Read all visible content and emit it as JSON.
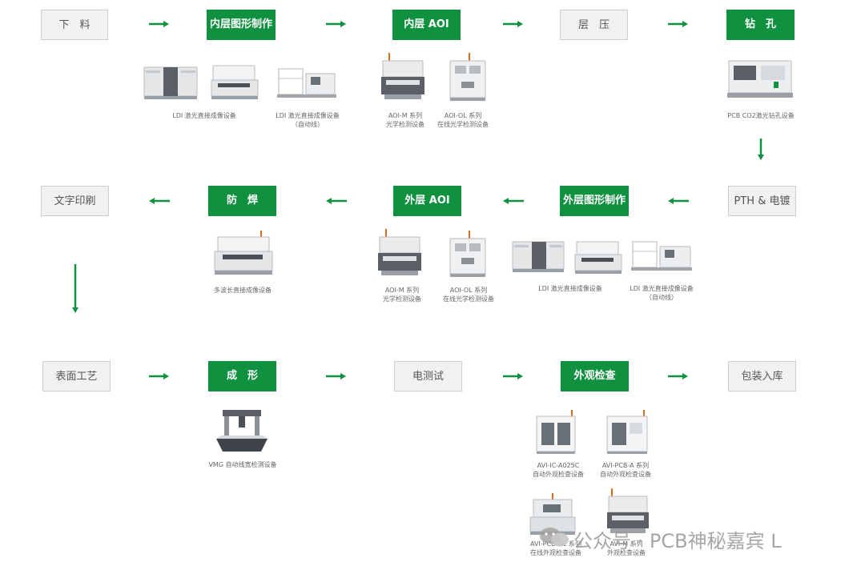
{
  "steps": [
    {
      "label": "下　料",
      "style": "gray"
    },
    {
      "label": "内层图形制作",
      "style": "green"
    },
    {
      "label": "内层 AOI",
      "style": "green"
    },
    {
      "label": "层　压",
      "style": "gray"
    },
    {
      "label": "钻　孔",
      "style": "green"
    },
    {
      "label": "PTH & 电镀",
      "style": "gray"
    },
    {
      "label": "外层图形制作",
      "style": "green"
    },
    {
      "label": "外层 AOI",
      "style": "green"
    },
    {
      "label": "防　焊",
      "style": "green"
    },
    {
      "label": "文字印刷",
      "style": "gray"
    },
    {
      "label": "表面工艺",
      "style": "gray"
    },
    {
      "label": "成　形",
      "style": "green"
    },
    {
      "label": "电测试",
      "style": "gray"
    },
    {
      "label": "外观检查",
      "style": "green"
    },
    {
      "label": "包装入库",
      "style": "gray"
    }
  ],
  "equipment": [
    {
      "line1": "LDI 激光直接成像设备",
      "line2": ""
    },
    {
      "line1": "LDI 激光直接成像设备",
      "line2": "（自动线）"
    },
    {
      "line1": "AOI-M 系列",
      "line2": "光学检测设备"
    },
    {
      "line1": "AOI-OL 系列",
      "line2": "在线光学检测设备"
    },
    {
      "line1": "PCB CO2激光钻孔设备",
      "line2": ""
    },
    {
      "line1": "多波长直接成像设备",
      "line2": ""
    },
    {
      "line1": "AOI-M 系列",
      "line2": "光学检测设备"
    },
    {
      "line1": "AOI-OL 系列",
      "line2": "在线光学检测设备"
    },
    {
      "line1": "LDI 激光直接成像设备",
      "line2": ""
    },
    {
      "line1": "LDI 激光直接成像设备",
      "line2": "（自动线）"
    },
    {
      "line1": "VMG 自动线宽检测设备",
      "line2": ""
    },
    {
      "line1": "AVI-IC-A025C",
      "line2": "自动外观检查设备"
    },
    {
      "line1": "AVI-PCB-A 系列",
      "line2": "自动外观检查设备"
    },
    {
      "line1": "AVI-PCB-OL 系列",
      "line2": "在线外观检查设备"
    },
    {
      "line1": "AVI-M 系列",
      "line2": "外观检查设备"
    }
  ],
  "watermark": {
    "text": "公众号 · PCB神秘嘉宾 L",
    "icon": "wechat-icon"
  },
  "colors": {
    "accent": "#10913f",
    "box_gray": "#f1f1f1",
    "box_border": "#cfcfcf"
  }
}
